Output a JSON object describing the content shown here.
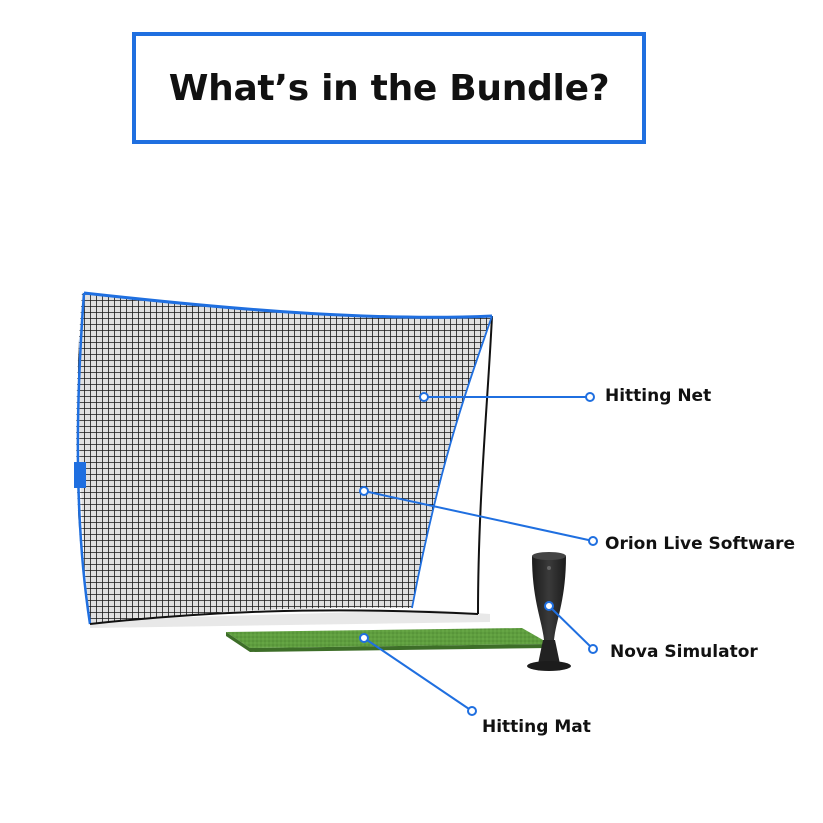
{
  "header": {
    "title": "What’s in the Bundle?"
  },
  "colors": {
    "accent": "#1f6fe0",
    "net_mesh": "#1a1a1a",
    "mat_green": "#5a9a3c",
    "simulator": "#2b2b2b"
  },
  "callouts": {
    "hitting_net": "Hitting Net",
    "orion_software": "Orion Live Software",
    "nova_simulator": "Nova Simulator",
    "hitting_mat": "Hitting Mat"
  },
  "icons": {
    "net": "golf-net-icon",
    "mat": "hitting-mat-icon",
    "simulator": "launch-monitor-icon"
  }
}
